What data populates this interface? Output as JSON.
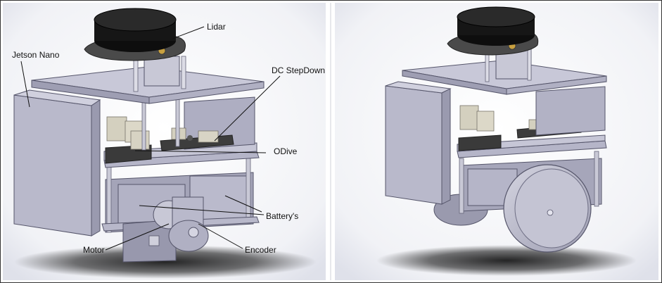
{
  "labels": {
    "lidar": "Lidar",
    "jetson": "Jetson Nano",
    "stepdown": "DC StepDown",
    "odive": "ODive",
    "battery": "Battery's",
    "motor": "Motor",
    "encoder": "Encoder"
  },
  "colors": {
    "frame_border": "#333333",
    "body": "#a9a9bd",
    "body_light": "#c6c6d6",
    "body_dark": "#8b8ba0",
    "lidar": "#121212",
    "board": "#3a3a3a",
    "connector": "#d4d0bf",
    "shadow": "#000000"
  }
}
